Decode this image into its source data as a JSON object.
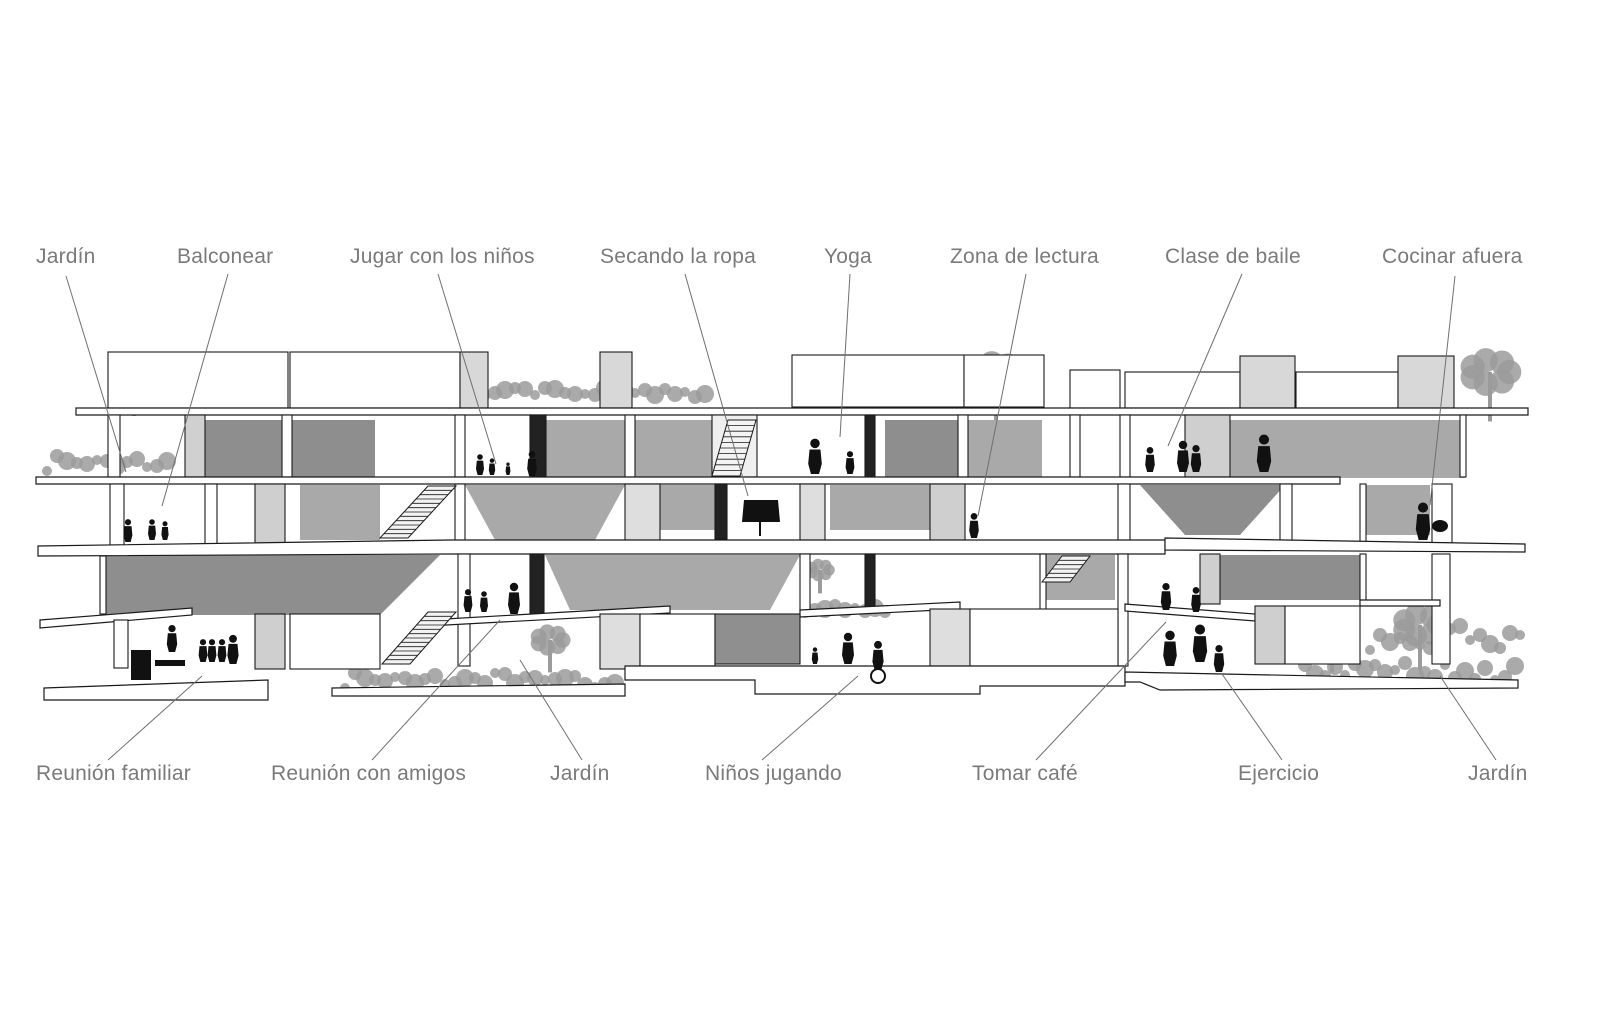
{
  "diagram": {
    "labels_top": [
      {
        "id": "jardin-top",
        "text": "Jardín"
      },
      {
        "id": "balconear",
        "text": "Balconear"
      },
      {
        "id": "jugar-ninos",
        "text": "Jugar con los niños"
      },
      {
        "id": "secando-ropa",
        "text": "Secando la ropa"
      },
      {
        "id": "yoga",
        "text": "Yoga"
      },
      {
        "id": "zona-lectura",
        "text": "Zona de lectura"
      },
      {
        "id": "clase-baile",
        "text": "Clase de baile"
      },
      {
        "id": "cocinar-afuera",
        "text": "Cocinar afuera"
      }
    ],
    "labels_bottom": [
      {
        "id": "reunion-familiar",
        "text": "Reunión familiar"
      },
      {
        "id": "reunion-amigos",
        "text": "Reunión con amigos"
      },
      {
        "id": "jardin-bottom",
        "text": "Jardín"
      },
      {
        "id": "ninos-jugando",
        "text": "Niños jugando"
      },
      {
        "id": "tomar-cafe",
        "text": "Tomar café"
      },
      {
        "id": "ejercicio",
        "text": "Ejercicio"
      },
      {
        "id": "jardin-right",
        "text": "Jardín"
      }
    ],
    "colors": {
      "label": "#7a7a7a",
      "leader": "#6f6f6f",
      "line": "#1a1a1a",
      "shade": "#a9a9a9",
      "shade_dark": "#8e8e8e",
      "vegetation": "#9b9b9b",
      "figure": "#111111",
      "slab": "#ffffff"
    }
  }
}
